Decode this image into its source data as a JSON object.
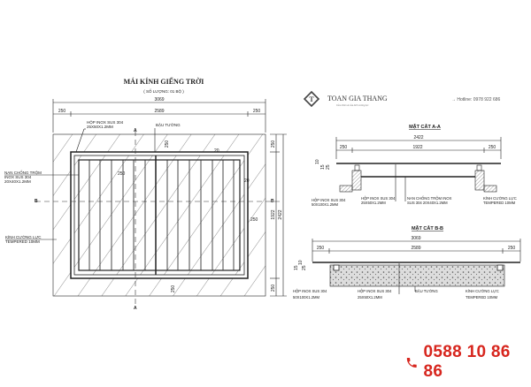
{
  "plan": {
    "title": "MÁI KÍNH GIẾNG TRỜI",
    "subtitle": "( SỐ LƯỢNG: 01 BỘ )",
    "dim_total": "3069",
    "dim_left": "250",
    "dim_mid": "2589",
    "dim_right": "250",
    "dim_v_top": "250",
    "dim_v_mid": "1922",
    "dim_v_total": "2422",
    "dim_v_bottom": "250",
    "dim_inner_top": "250",
    "dim_inner_bottom": "250",
    "dim_20a": "20",
    "dim_20b": "20",
    "dim_250_side": "250",
    "dim_250_bar": "250",
    "section_a": "A",
    "section_b": "B",
    "label_box": [
      "HỘP INOX SUS 304",
      "25X50X1.2MM"
    ],
    "label_wall": "BẬU TƯỜNG",
    "label_bars": [
      "NAN CHỐNG TRỘM",
      "INOX SUS 304",
      "20X40X1.2MM"
    ],
    "label_glass": [
      "KÍNH CƯỜNG LỰC",
      "TEMPERED 10MM"
    ]
  },
  "brand": {
    "name": "TOAN GIA THANG",
    "tagline": "Cửa nhôm & cửa kính cường lực",
    "hotline": "→ Hotline: 0978 922 686"
  },
  "section_aa": {
    "title": "MẶT CẮT A-A",
    "dim_total": "2422",
    "dim_left": "250",
    "dim_mid": "1922",
    "dim_right": "250",
    "dim_small": [
      "10",
      "15",
      "25"
    ],
    "label_box_outer": [
      "HỘP INOX SUS 304",
      "50X100X1.2MM"
    ],
    "label_box_inner": [
      "HỘP INOX SUS 304",
      "25X50X1.2MM"
    ],
    "label_bars": [
      "NAN CHỐNG TRỘM INOX",
      "SUS 304 20X40X1.2MM"
    ],
    "label_glass": [
      "KÍNH CƯỜNG LỰC",
      "TEMPERED 10MM"
    ]
  },
  "section_bb": {
    "title": "MẶT CẮT B-B",
    "dim_total": "3069",
    "dim_left": "250",
    "dim_mid": "2589",
    "dim_right": "250",
    "dim_small": [
      "10",
      "15",
      "25"
    ],
    "label_box_outer": [
      "HỘP INOX SUS 304",
      "50X100X1.2MM"
    ],
    "label_box_inner": [
      "HỘP INOX SUS 304",
      "25X50X1.2MM"
    ],
    "label_wall": "BẬU TƯỜNG",
    "label_glass": [
      "KÍNH CƯỜNG LỰC",
      "TEMPERED 10MM"
    ]
  },
  "contact": {
    "phone": "0588 10 86 86",
    "phone_icon": "phone-icon",
    "color": "#d7261e"
  }
}
